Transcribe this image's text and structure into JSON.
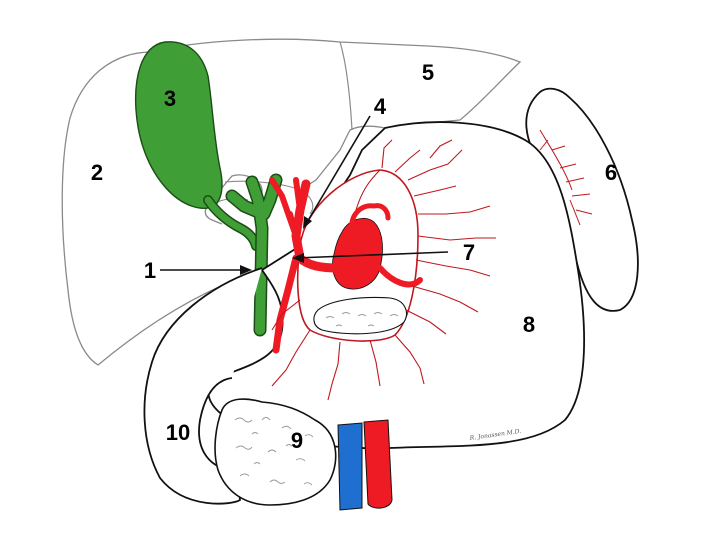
{
  "labels": {
    "l1": "1",
    "l2": "2",
    "l3": "3",
    "l4": "4",
    "l5": "5",
    "l6": "6",
    "l7": "7",
    "l8": "8",
    "l9": "9",
    "l10": "10"
  },
  "signature": "R. Jonassen M.D.",
  "colors": {
    "outline": "#111111",
    "liver_outline": "#8a8a8a",
    "gallbladder": "#3f9e35",
    "artery": "#ee1b24",
    "vein": "#1f6fd1",
    "background": "#ffffff"
  }
}
